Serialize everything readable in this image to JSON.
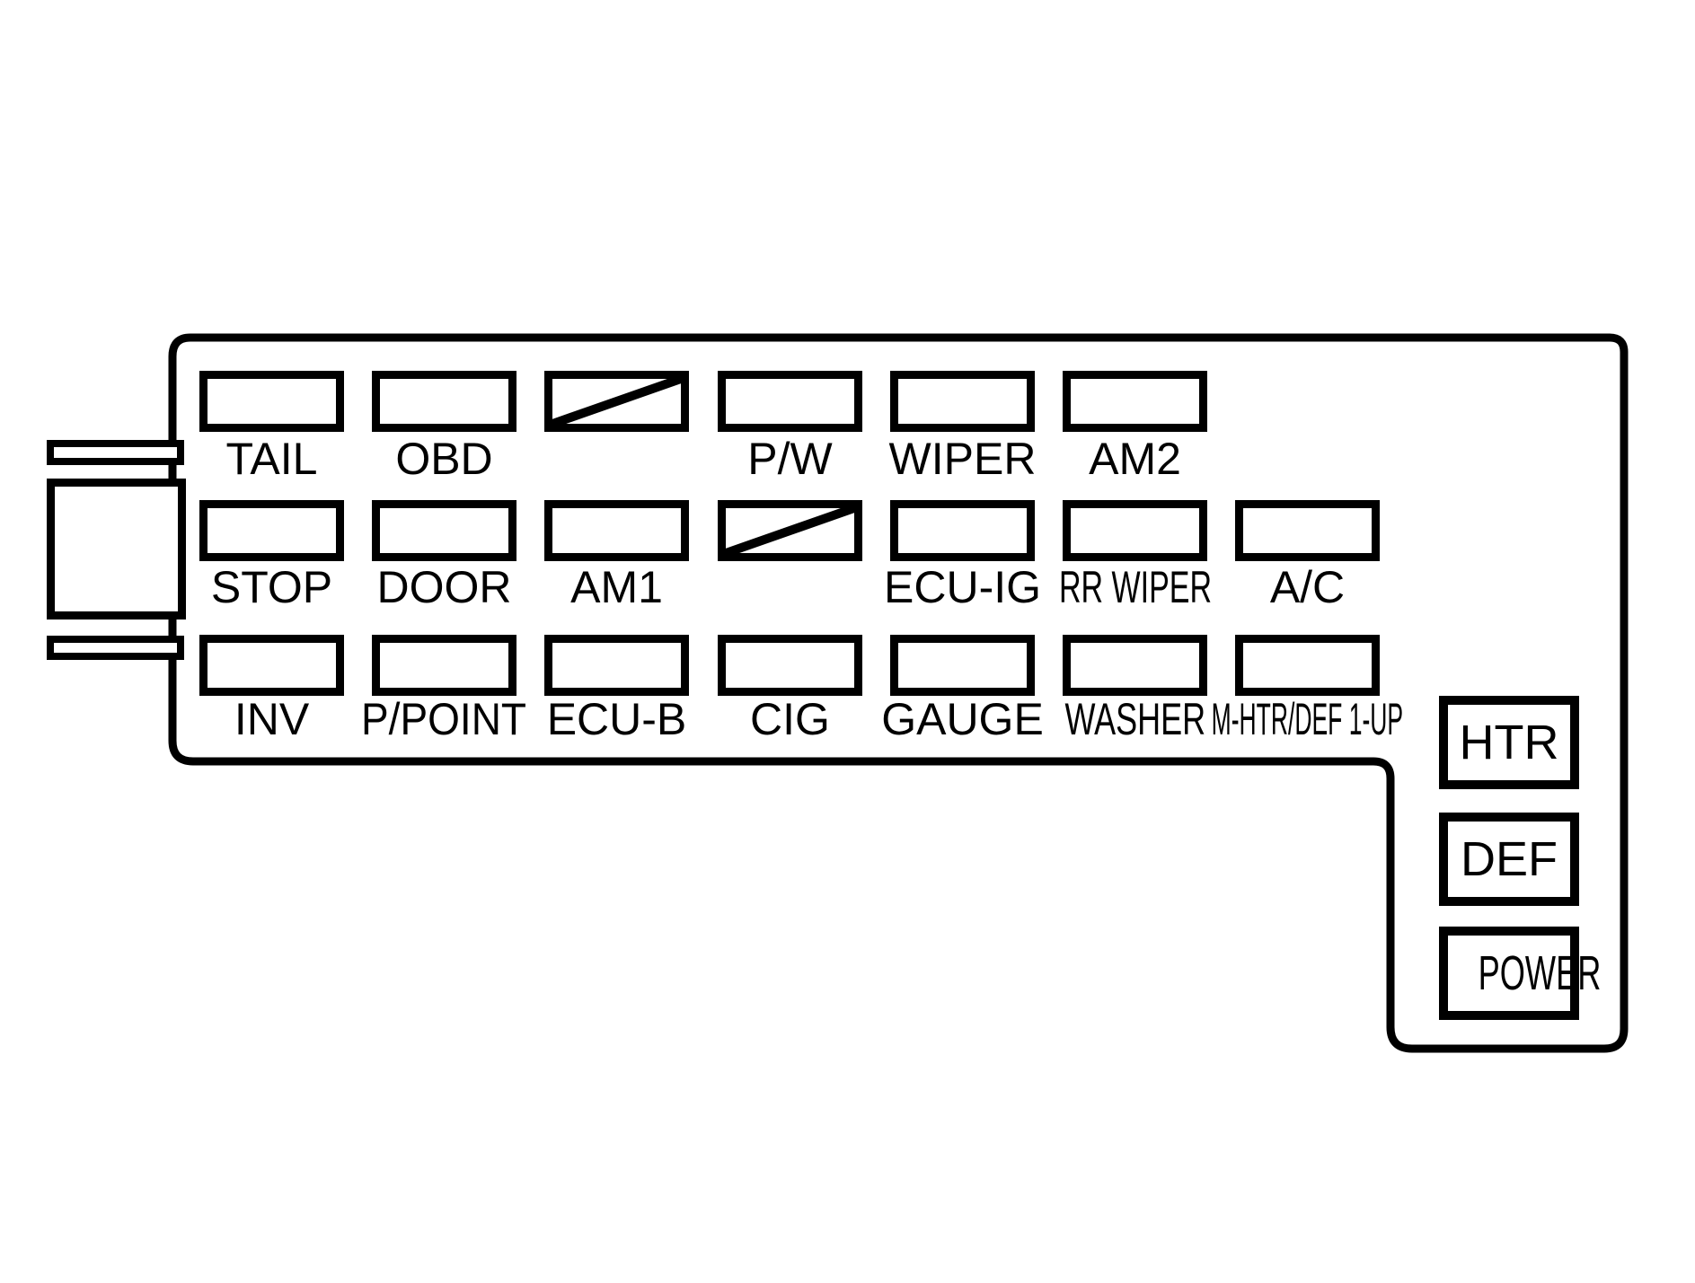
{
  "figure": {
    "kind": "fuse-box-diagram",
    "ink_color": "#000000",
    "paper_color": "#ffffff"
  },
  "fuse_rows": [
    {
      "cells": [
        {
          "column": 1,
          "label": "TAIL"
        },
        {
          "column": 2,
          "label": "OBD"
        },
        {
          "column": 3,
          "label": "",
          "slashed": true
        },
        {
          "column": 4,
          "label": "P/W"
        },
        {
          "column": 5,
          "label": "WIPER"
        },
        {
          "column": 6,
          "label": "AM2"
        }
      ]
    },
    {
      "cells": [
        {
          "column": 1,
          "label": "STOP"
        },
        {
          "column": 2,
          "label": "DOOR"
        },
        {
          "column": 3,
          "label": "AM1"
        },
        {
          "column": 4,
          "label": "",
          "slashed": true
        },
        {
          "column": 5,
          "label": "ECU-IG"
        },
        {
          "column": 6,
          "label": "RR WIPER",
          "condense": 0.68
        },
        {
          "column": 7,
          "label": "A/C"
        }
      ]
    },
    {
      "cells": [
        {
          "column": 1,
          "label": "INV"
        },
        {
          "column": 2,
          "label": "P/POINT",
          "condense": 0.92
        },
        {
          "column": 3,
          "label": "ECU-B"
        },
        {
          "column": 4,
          "label": "CIG"
        },
        {
          "column": 5,
          "label": "GAUGE"
        },
        {
          "column": 6,
          "label": "WASHER",
          "condense": 0.72
        },
        {
          "column": 7,
          "label": "M-HTR/DEF 1-UP",
          "condense": 0.53
        }
      ]
    }
  ],
  "relays": [
    {
      "label": "HTR"
    },
    {
      "label": "DEF"
    },
    {
      "label": "POWER",
      "condense": 0.67
    }
  ]
}
